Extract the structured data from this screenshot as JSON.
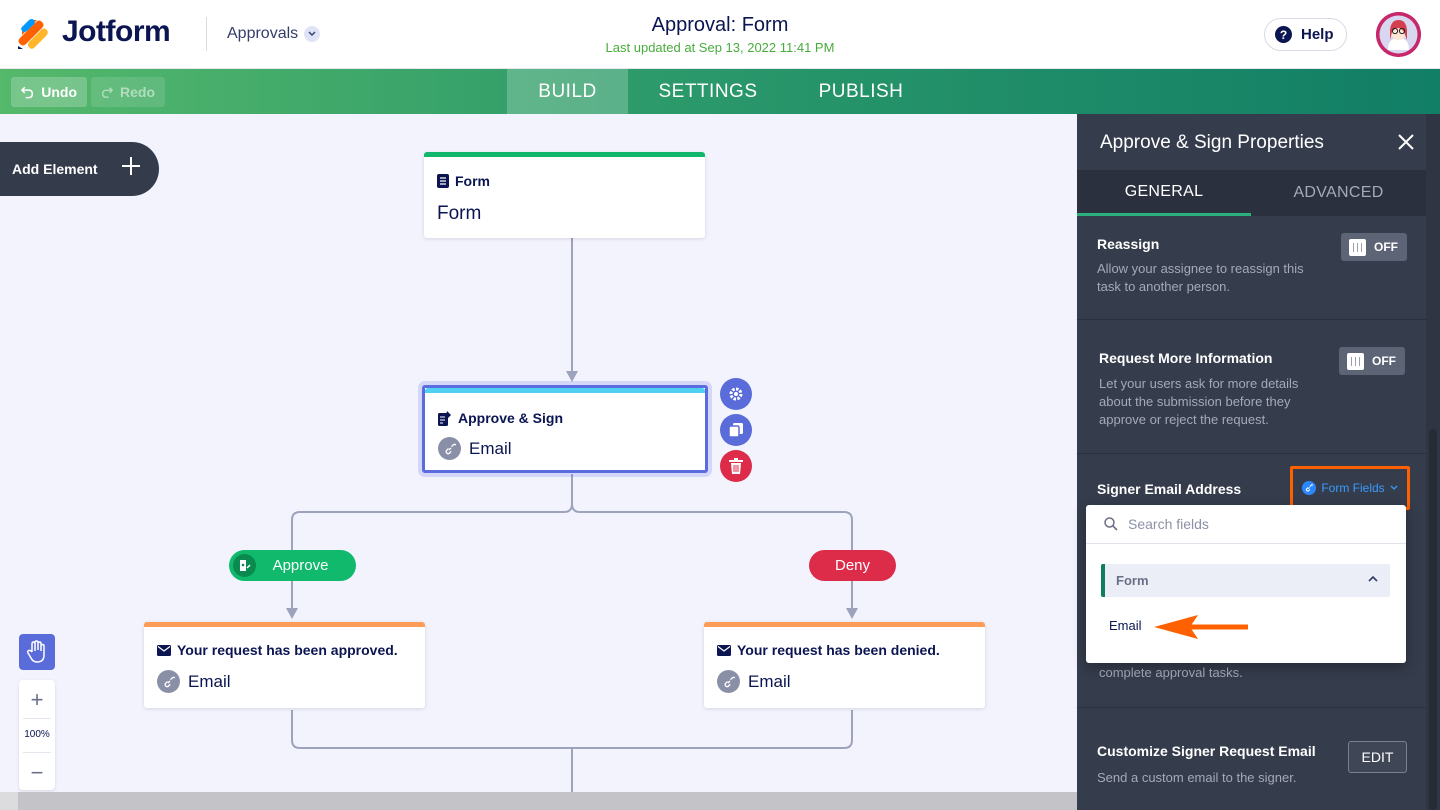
{
  "header": {
    "brand": "Jotform",
    "workspace_menu": "Approvals",
    "title": "Approval: Form",
    "last_updated": "Last updated at Sep 13, 2022 11:41 PM",
    "help_label": "Help"
  },
  "toolbar": {
    "undo_label": "Undo",
    "redo_label": "Redo",
    "tabs": [
      {
        "label": "BUILD",
        "active": true
      },
      {
        "label": "SETTINGS",
        "active": false
      },
      {
        "label": "PUBLISH",
        "active": false
      }
    ]
  },
  "canvas": {
    "add_element_label": "Add Element",
    "nodes": {
      "form": {
        "type_label": "Form",
        "name": "Form",
        "bar_color": "#0fb66b"
      },
      "approve_sign": {
        "type_label": "Approve & Sign",
        "assignee": "Email",
        "bar_color": "#4dd0f2"
      },
      "approved_email": {
        "type_label": "Your request has been approved.",
        "recipient": "Email",
        "bar_color": "#ff9c57"
      },
      "denied_email": {
        "type_label": "Your request has been denied.",
        "recipient": "Email",
        "bar_color": "#ff9c57"
      }
    },
    "branches": {
      "approve_label": "Approve",
      "approve_color": "#10b96b",
      "deny_label": "Deny",
      "deny_color": "#dc2c4a"
    },
    "zoom_level": "100%"
  },
  "panel": {
    "title": "Approve & Sign Properties",
    "tabs": [
      {
        "label": "GENERAL",
        "active": true
      },
      {
        "label": "ADVANCED",
        "active": false
      }
    ],
    "reassign": {
      "title": "Reassign",
      "description": "Allow your assignee to reassign this task to another person.",
      "toggle": "OFF"
    },
    "request_more_info": {
      "title": "Request More Information",
      "description": "Let your users ask for more details about the submission before they approve or reject the request.",
      "toggle": "OFF"
    },
    "signer_email": {
      "title": "Signer Email Address",
      "button_label": "Form Fields",
      "hidden_desc_tail": "complete approval tasks."
    },
    "customize_email": {
      "title": "Customize Signer Request Email",
      "description": "Send a custom email to the signer.",
      "button_label": "EDIT"
    }
  },
  "dropdown": {
    "search_placeholder": "Search fields",
    "group_label": "Form",
    "items": [
      "Email"
    ]
  },
  "colors": {
    "annotation": "#ff6100",
    "panel_bg": "#353c4c",
    "canvas_bg": "#f3f3fe"
  }
}
